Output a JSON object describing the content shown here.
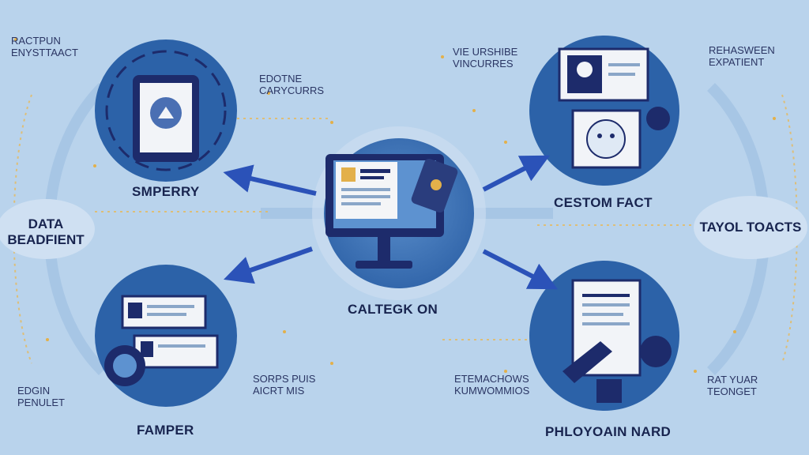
{
  "center": {
    "label": "CALTEGK ON"
  },
  "nodes": {
    "top_left": {
      "label": "SMPERRY"
    },
    "bottom_left": {
      "label": "FAMPER"
    },
    "top_right": {
      "label": "CESTOM FACT"
    },
    "bottom_right": {
      "label": "PHLOYOAIN NARD"
    }
  },
  "side_pills": {
    "left": {
      "line1": "DATA",
      "line2": "BEADFIENT"
    },
    "right": {
      "line1": "TAYOL TOACTS"
    }
  },
  "annotations": {
    "top_left": {
      "line1": "RACTPUN",
      "line2": "ENYSTTAACT"
    },
    "upper_mid_left": {
      "line1": "EDOTNE",
      "line2": "CARYCURRS"
    },
    "upper_mid_right": {
      "line1": "VIE URSHIBE",
      "line2": "VINCURRES"
    },
    "top_right": {
      "line1": "REHASWEEN",
      "line2": "EXPATIENT"
    },
    "bottom_left": {
      "line1": "EDGIN",
      "line2": "PENULET"
    },
    "lower_mid_left": {
      "line1": "SORPS PUIS",
      "line2": "AICRT MIS"
    },
    "lower_mid_right": {
      "line1": "ETEMACHOWS",
      "line2": "KUMWOMMIOS"
    },
    "bottom_right": {
      "line1": "RAT YUAR",
      "line2": "TEONGET"
    }
  },
  "colors": {
    "background": "#b9d3ec",
    "circle_outer": "#3f76b6",
    "circle_inner": "#2c62a8",
    "arrow": "#2b52b8",
    "dark_navy": "#1d2b6b",
    "accent_gold": "#e3b04a"
  },
  "icons": {
    "center": "desktop-monitor-icon",
    "top_left": "tablet-icon",
    "bottom_left": "document-list-icon",
    "top_right": "profile-card-icon",
    "bottom_right": "clipboard-document-icon"
  }
}
